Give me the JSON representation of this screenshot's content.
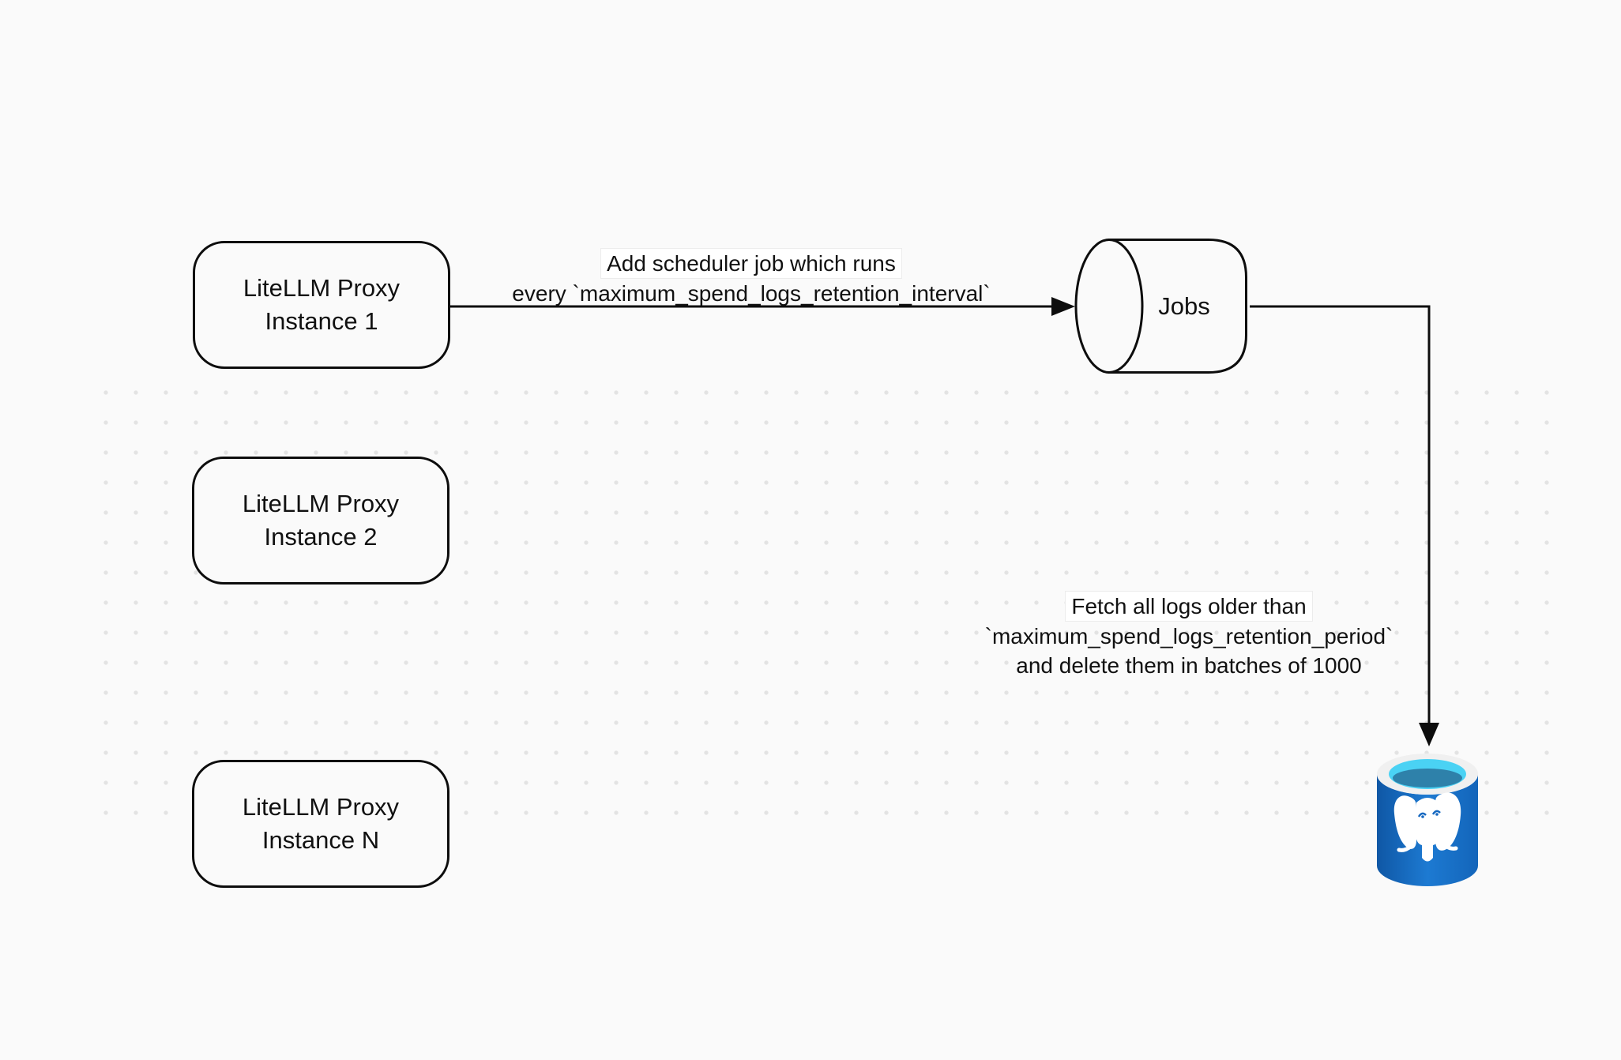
{
  "canvas": {
    "background": "#fafafa",
    "dot_color": "#e3e3e3"
  },
  "nodes": {
    "instance1": {
      "line1": "LiteLLM Proxy",
      "line2": "Instance 1"
    },
    "instance2": {
      "line1": "LiteLLM Proxy",
      "line2": "Instance 2"
    },
    "instanceN": {
      "line1": "LiteLLM Proxy",
      "line2": "Instance N"
    },
    "jobs": {
      "label": "Jobs"
    }
  },
  "annotations": {
    "scheduler": {
      "line1": "Add scheduler job which runs",
      "line2": "every `maximum_spend_logs_retention_interval`"
    },
    "fetch": {
      "line1": "Fetch all logs older than",
      "line2": "`maximum_spend_logs_retention_period`",
      "line3": "and delete them in batches of 1000"
    }
  },
  "icons": {
    "jobs_shape": "jobs-queue-cylinder",
    "database": "postgresql-database-icon"
  },
  "colors": {
    "stroke": "#0d0d0d",
    "pg_body_blue_dark": "#0f57a5",
    "pg_body_blue_light": "#1d7ad2",
    "pg_rim": "#f0f0f0",
    "pg_opening_cyan": "#4ad2f4",
    "pg_opening_depth": "#2e81aa"
  }
}
